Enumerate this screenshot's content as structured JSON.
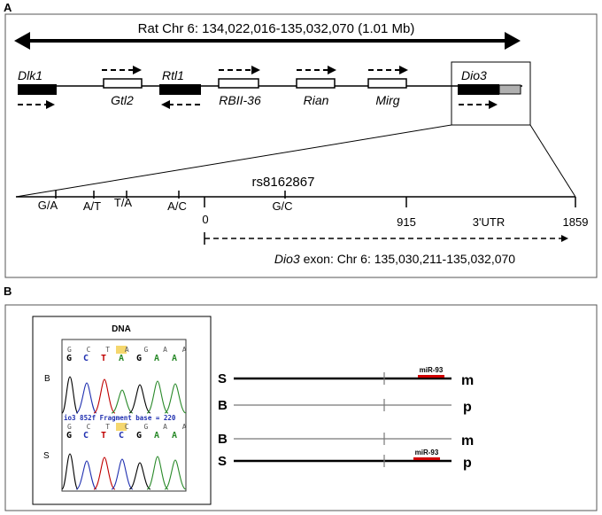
{
  "panel_a": {
    "label": "A",
    "region_title": "Rat Chr 6: 134,022,016-135,032,070 (1.01 Mb)",
    "genes": [
      {
        "name": "Dlk1"
      },
      {
        "name": "Gtl2"
      },
      {
        "name": "Rtl1"
      },
      {
        "name": "RBII-36"
      },
      {
        "name": "Rian"
      },
      {
        "name": "Mirg"
      },
      {
        "name": "Dio3"
      }
    ],
    "snp_id": "rs8162867",
    "upstream_variants": [
      "G/A",
      "A/T",
      "T/A",
      "A/C"
    ],
    "exon_variant": "G/C",
    "positions": [
      "0",
      "915",
      "1859"
    ],
    "utr_label": "3'UTR",
    "exon_label_gene": "Dio3",
    "exon_label_rest": " exon: Chr 6: 135,030,211-135,032,070"
  },
  "panel_b": {
    "label": "B",
    "chromatogram": {
      "title": "DNA",
      "row_labels": [
        "B",
        "S"
      ],
      "seq_top_upper": "G C T A G A A",
      "seq_top_lower": "G C T A G A A",
      "seq_bottom_upper": "G C T C G A A",
      "seq_bottom_lower": "G C T C G A A",
      "fragment_text": "io3 852f Fragment base = 220",
      "highlight_color": "#f5d76e"
    },
    "alleles": [
      {
        "strain": "S",
        "origin": "m",
        "mirna": "miR-93"
      },
      {
        "strain": "B",
        "origin": "p",
        "mirna": ""
      },
      {
        "strain": "B",
        "origin": "m",
        "mirna": ""
      },
      {
        "strain": "S",
        "origin": "p",
        "mirna": "miR-93"
      }
    ],
    "colors": {
      "mirna": "#d00000",
      "origin_highlight": "#d00000",
      "base_A": "#2a8a2a",
      "base_C": "#2030b0",
      "base_G": "#000000",
      "base_T": "#c00000"
    }
  }
}
